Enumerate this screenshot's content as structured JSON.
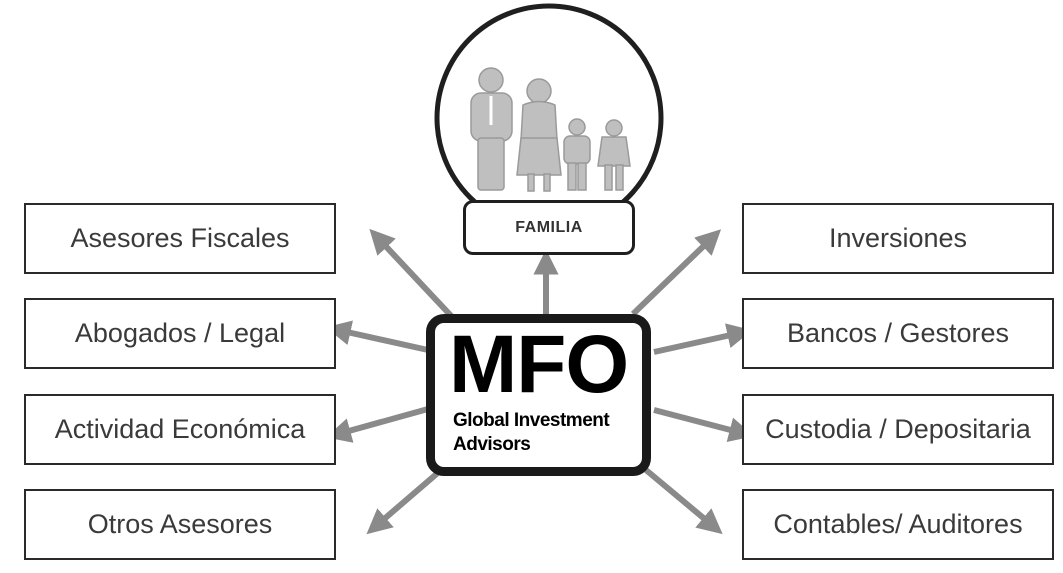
{
  "center": {
    "title": "MFO",
    "subtitle_line1": "Global Investment",
    "subtitle_line2": "Advisors"
  },
  "familia": {
    "label": "FAMILIA"
  },
  "left_boxes": [
    "Asesores Fiscales",
    "Abogados / Legal",
    "Actividad Económica",
    "Otros Asesores"
  ],
  "right_boxes": [
    "Inversiones",
    "Bancos / Gestores",
    "Custodia / Depositaria",
    "Contables/ Auditores"
  ],
  "colors": {
    "arrow": "#8a8a8a",
    "border": "#2a2a2a",
    "figure": "#bdbdbd"
  }
}
